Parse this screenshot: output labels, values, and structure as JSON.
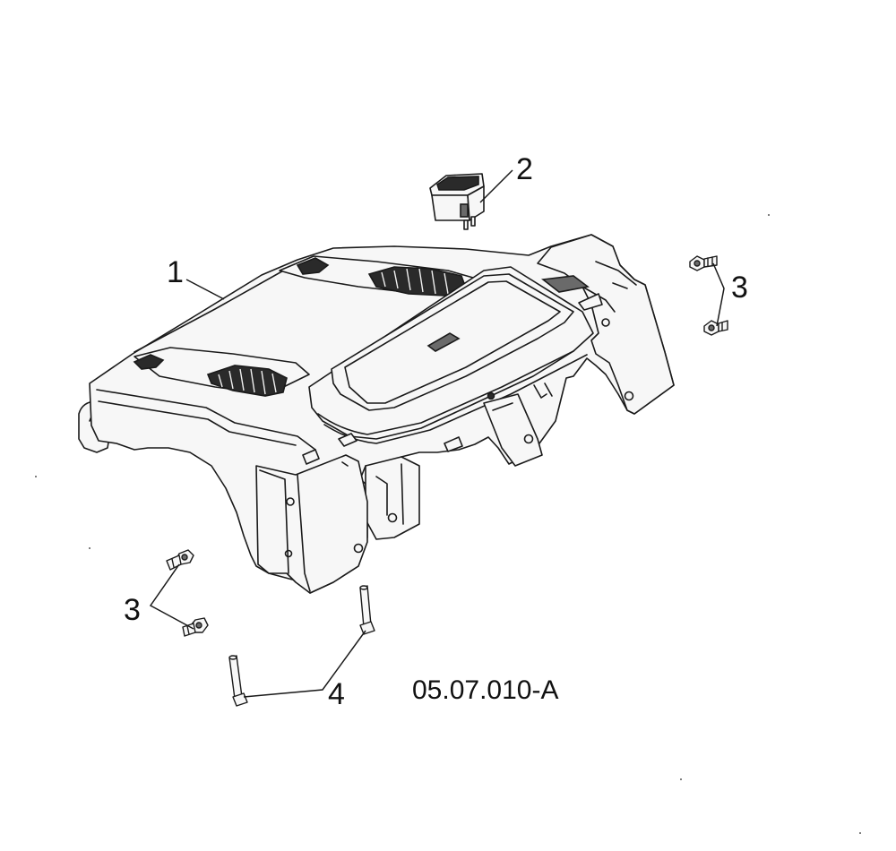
{
  "callouts": {
    "c1": "1",
    "c2": "2",
    "c3_right": "3",
    "c3_left": "3",
    "c4": "4"
  },
  "diagram_code": "05.07.010-A",
  "colors": {
    "ink": "#1a1a1a",
    "paper": "#ffffff",
    "dark_fill": "#2a2a2a"
  }
}
